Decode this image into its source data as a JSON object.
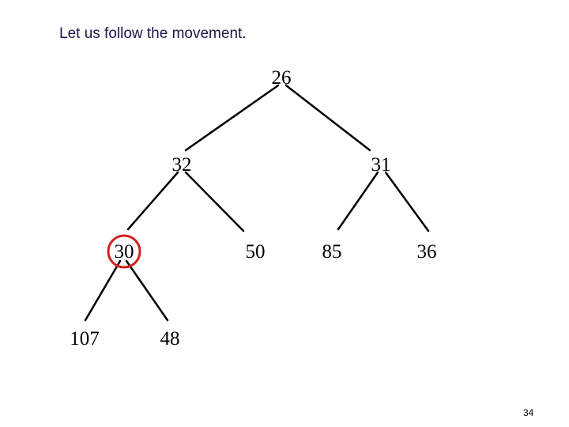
{
  "slide": {
    "title": "Let us follow the movement.",
    "page_number": "34"
  },
  "tree": {
    "nodes": [
      {
        "id": "n26",
        "label": "26"
      },
      {
        "id": "n32",
        "label": "32"
      },
      {
        "id": "n31",
        "label": "31"
      },
      {
        "id": "n30",
        "label": "30"
      },
      {
        "id": "n50",
        "label": "50"
      },
      {
        "id": "n85",
        "label": "85"
      },
      {
        "id": "n36",
        "label": "36"
      },
      {
        "id": "n107",
        "label": "107"
      },
      {
        "id": "n48",
        "label": "48"
      }
    ],
    "edges": [
      {
        "from": "26",
        "to": "32"
      },
      {
        "from": "26",
        "to": "31"
      },
      {
        "from": "32",
        "to": "30"
      },
      {
        "from": "32",
        "to": "50"
      },
      {
        "from": "31",
        "to": "85"
      },
      {
        "from": "31",
        "to": "36"
      },
      {
        "from": "30",
        "to": "107"
      },
      {
        "from": "30",
        "to": "48"
      }
    ],
    "highlighted_node": "30",
    "highlight_color": "#d42020"
  }
}
